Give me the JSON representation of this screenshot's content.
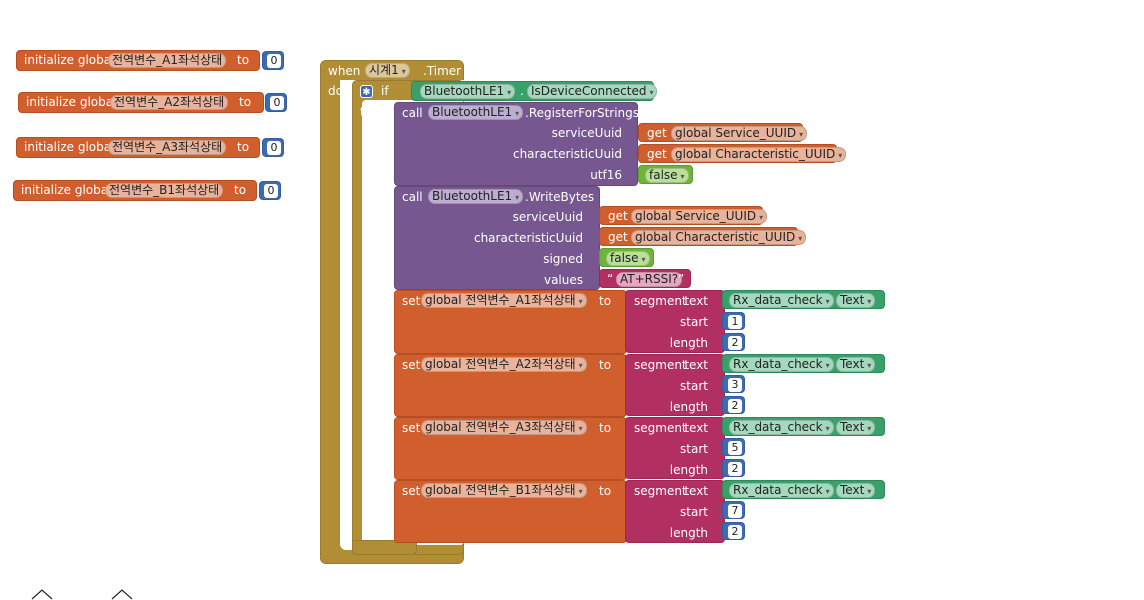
{
  "init_blocks": [
    {
      "prefix": "initialize global",
      "name": "전역변수_A1좌석상태",
      "to": "to",
      "value": "0"
    },
    {
      "prefix": "initialize global",
      "name": "전역변수_A2좌석상태",
      "to": "to",
      "value": "0"
    },
    {
      "prefix": "initialize global",
      "name": "전역변수_A3좌석상태",
      "to": "to",
      "value": "0"
    },
    {
      "prefix": "initialize global",
      "name": "전역변수_B1좌석상태",
      "to": "to",
      "value": "0"
    }
  ],
  "event": {
    "when": "when",
    "component": "시계1",
    "event": ".Timer",
    "do": "do"
  },
  "if_block": {
    "if": "if",
    "then": "then"
  },
  "condition": {
    "component": "BluetoothLE1",
    "dot": ".",
    "property": "IsDeviceConnected"
  },
  "register": {
    "call": "call",
    "component": "BluetoothLE1",
    "method": ".RegisterForStrings",
    "serviceUuid_label": "serviceUuid",
    "characteristicUuid_label": "characteristicUuid",
    "utf16_label": "utf16",
    "get": "get",
    "service_var": "global Service_UUID",
    "char_var": "global Characteristic_UUID",
    "utf16_value": "false"
  },
  "write": {
    "call": "call",
    "component": "BluetoothLE1",
    "method": ".WriteBytes",
    "serviceUuid_label": "serviceUuid",
    "characteristicUuid_label": "characteristicUuid",
    "signed_label": "signed",
    "values_label": "values",
    "get": "get",
    "service_var": "global Service_UUID",
    "char_var": "global Characteristic_UUID",
    "signed_value": "false",
    "values_value": "AT+RSSI?"
  },
  "set_blocks": [
    {
      "set": "set",
      "var": "global 전역변수_A1좌석상태",
      "to": "to",
      "segment": "segment",
      "text": "text",
      "start_label": "start",
      "length_label": "length",
      "component": "Rx_data_check",
      "prop": "Text",
      "start": "1",
      "length": "2"
    },
    {
      "set": "set",
      "var": "global 전역변수_A2좌석상태",
      "to": "to",
      "segment": "segment",
      "text": "text",
      "start_label": "start",
      "length_label": "length",
      "component": "Rx_data_check",
      "prop": "Text",
      "start": "3",
      "length": "2"
    },
    {
      "set": "set",
      "var": "global 전역변수_A3좌석상태",
      "to": "to",
      "segment": "segment",
      "text": "text",
      "start_label": "start",
      "length_label": "length",
      "component": "Rx_data_check",
      "prop": "Text",
      "start": "5",
      "length": "2"
    },
    {
      "set": "set",
      "var": "global 전역변수_B1좌석상태",
      "to": "to",
      "segment": "segment",
      "text": "text",
      "start_label": "start",
      "length_label": "length",
      "component": "Rx_data_check",
      "prop": "Text",
      "start": "7",
      "length": "2"
    }
  ],
  "dropdown_caret": "▾",
  "quote_open": "“",
  "quote_close": "”",
  "colors": {
    "variables": "#d05f2d",
    "control": "#b18e35",
    "component_call": "#77578f",
    "component_get": "#3aa06b",
    "logic": "#6fb33b",
    "text": "#b22f61",
    "math": "#3d6bb3"
  }
}
